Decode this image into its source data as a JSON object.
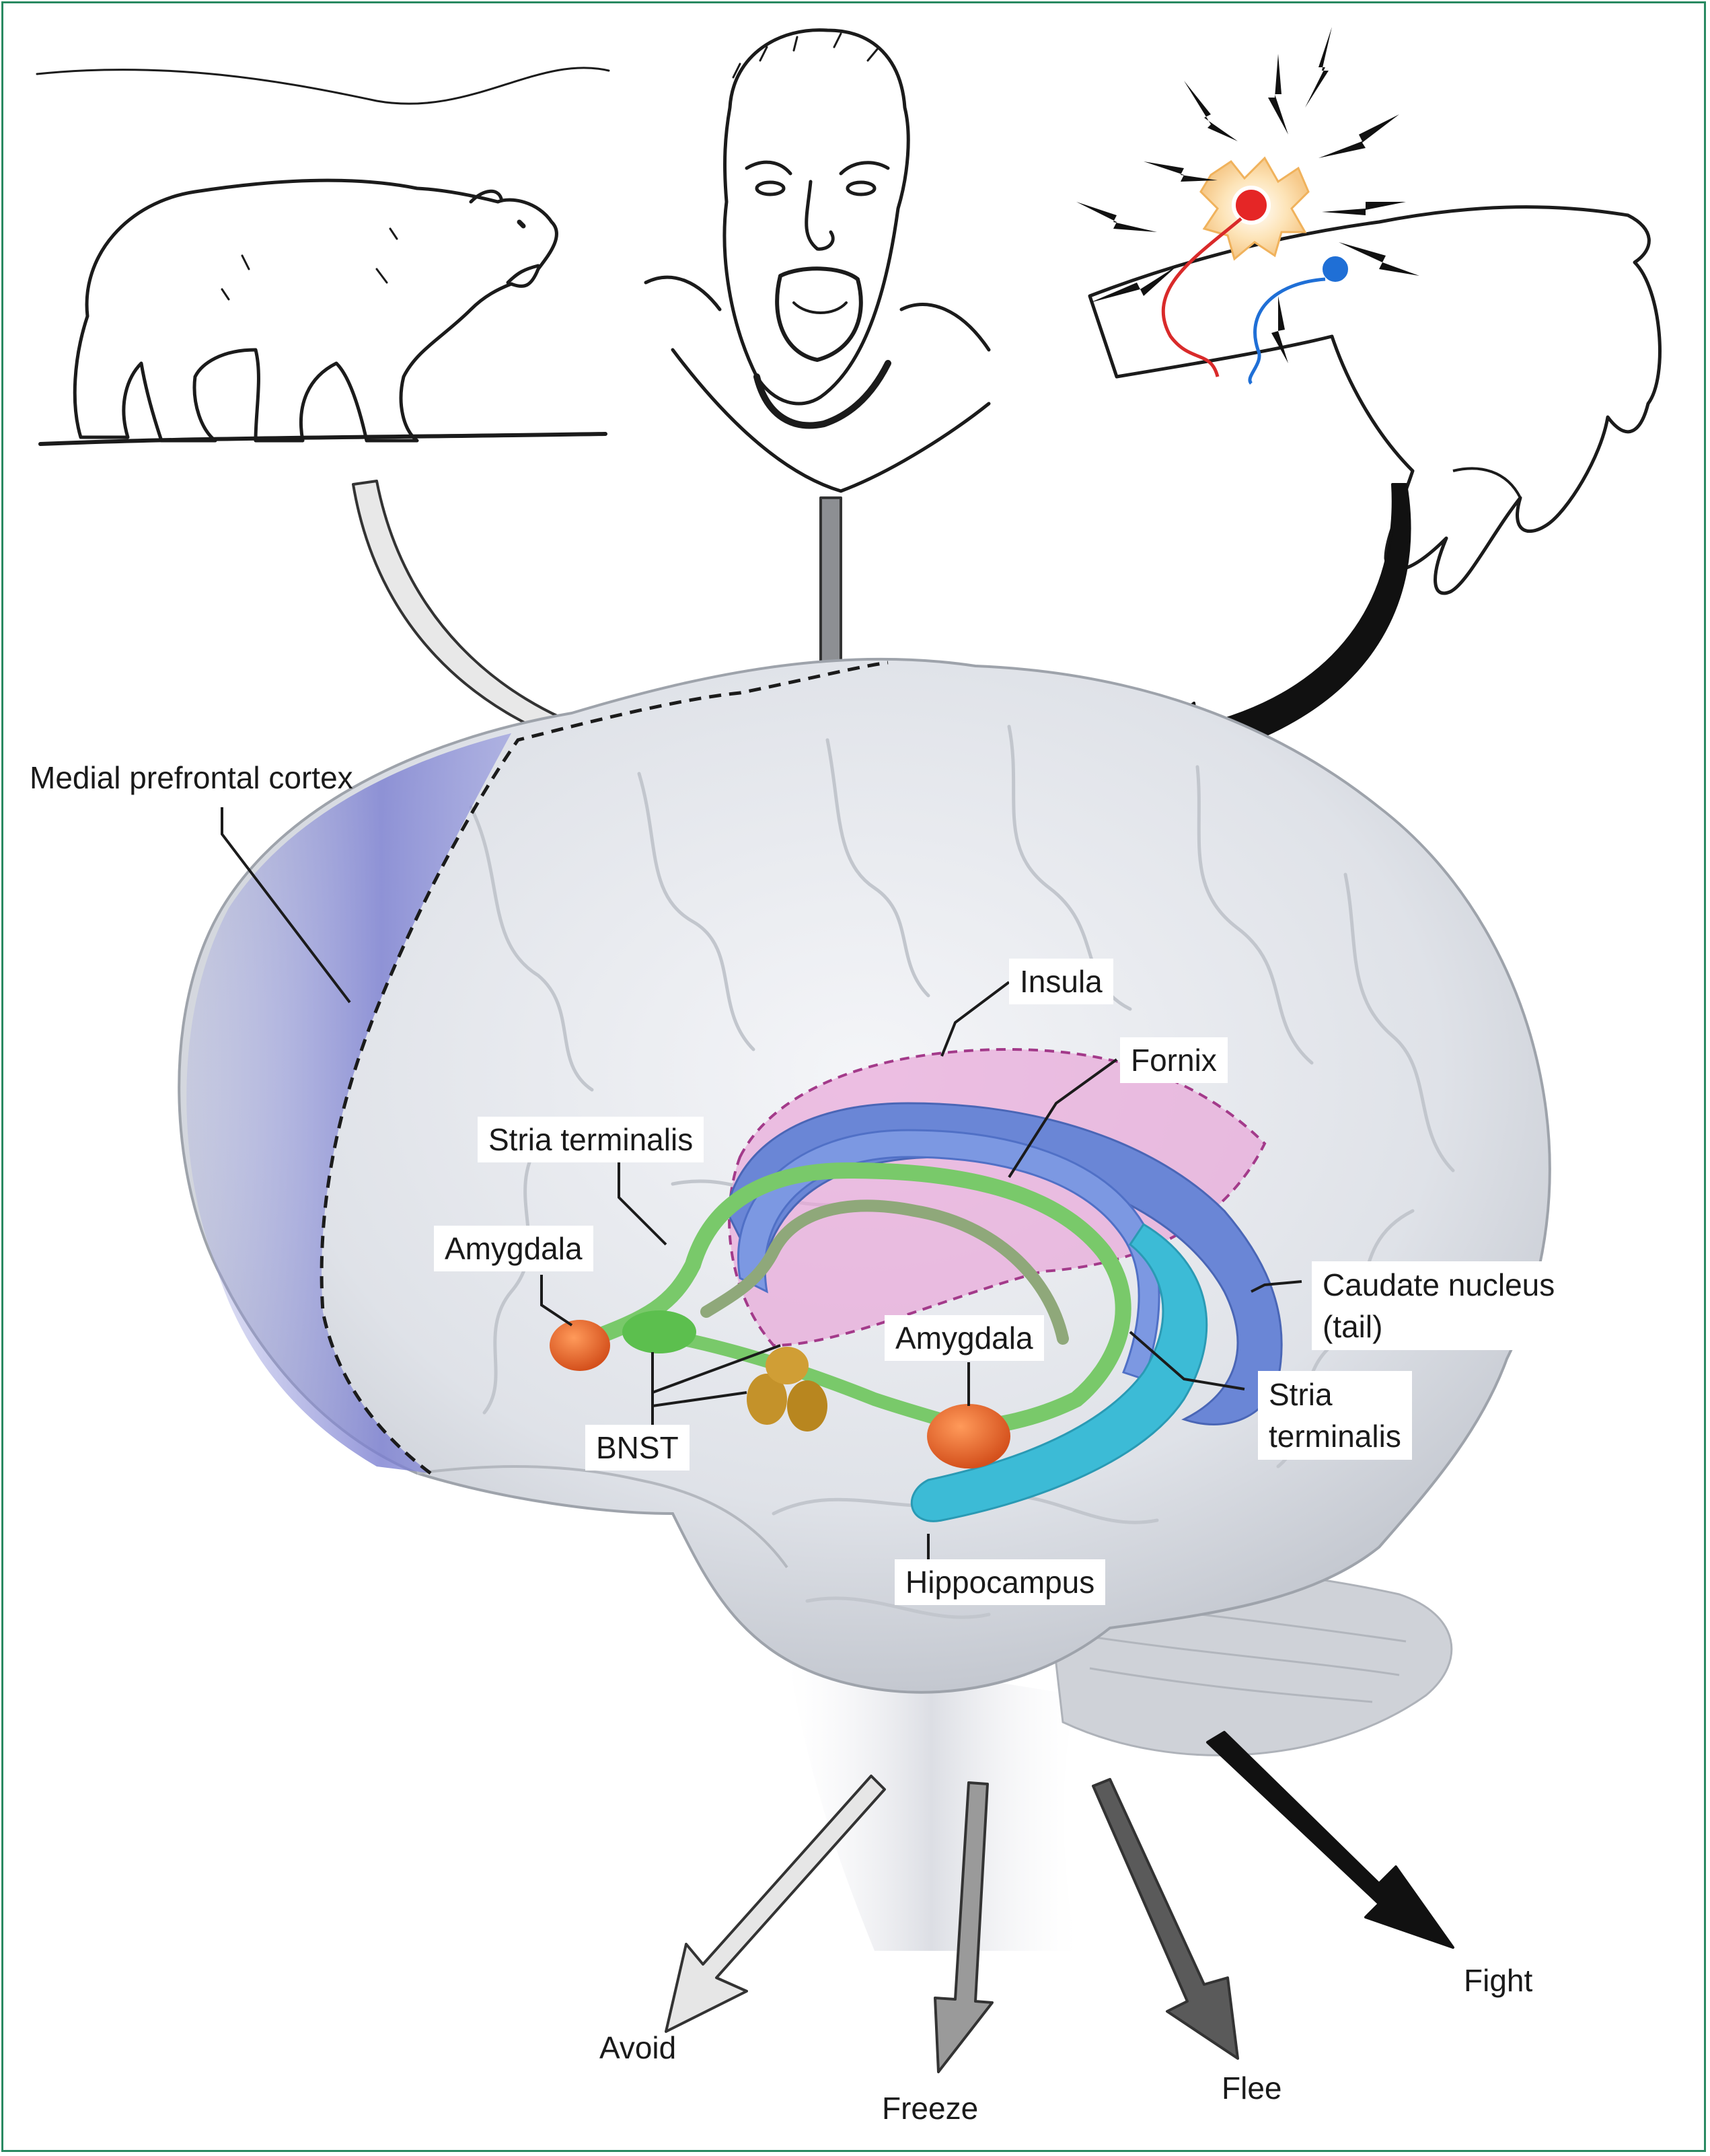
{
  "stimuli": {
    "bear": "bear-icon",
    "face": "screaming-face-icon",
    "arm": "electric-shock-arm-icon"
  },
  "labels": {
    "mpfc": "Medial prefrontal cortex",
    "insula": "Insula",
    "fornix": "Fornix",
    "stria_left": "Stria terminalis",
    "amygdala_left": "Amygdala",
    "caudate_line1": "Caudate nucleus",
    "caudate_line2": "(tail)",
    "amygdala_right": "Amygdala",
    "stria_right_line1": "Stria",
    "stria_right_line2": "terminalis",
    "bnst": "BNST",
    "hippocampus": "Hippocampus"
  },
  "responses": {
    "avoid": "Avoid",
    "freeze": "Freeze",
    "flee": "Flee",
    "fight": "Fight"
  },
  "colors": {
    "frame": "#2a8a62",
    "mpfc": "#7b7fd1",
    "insula": "#e8a6d8",
    "fornix": "#6a86d6",
    "stria": "#79c96a",
    "amygdala": "#e8652c",
    "hippocampus": "#3cbbd6",
    "bnst": "#c4922a",
    "arrow_light": "#e8e8e8",
    "arrow_mid": "#9a9a9a",
    "arrow_dark": "#5a5a5a",
    "arrow_black": "#111111"
  }
}
